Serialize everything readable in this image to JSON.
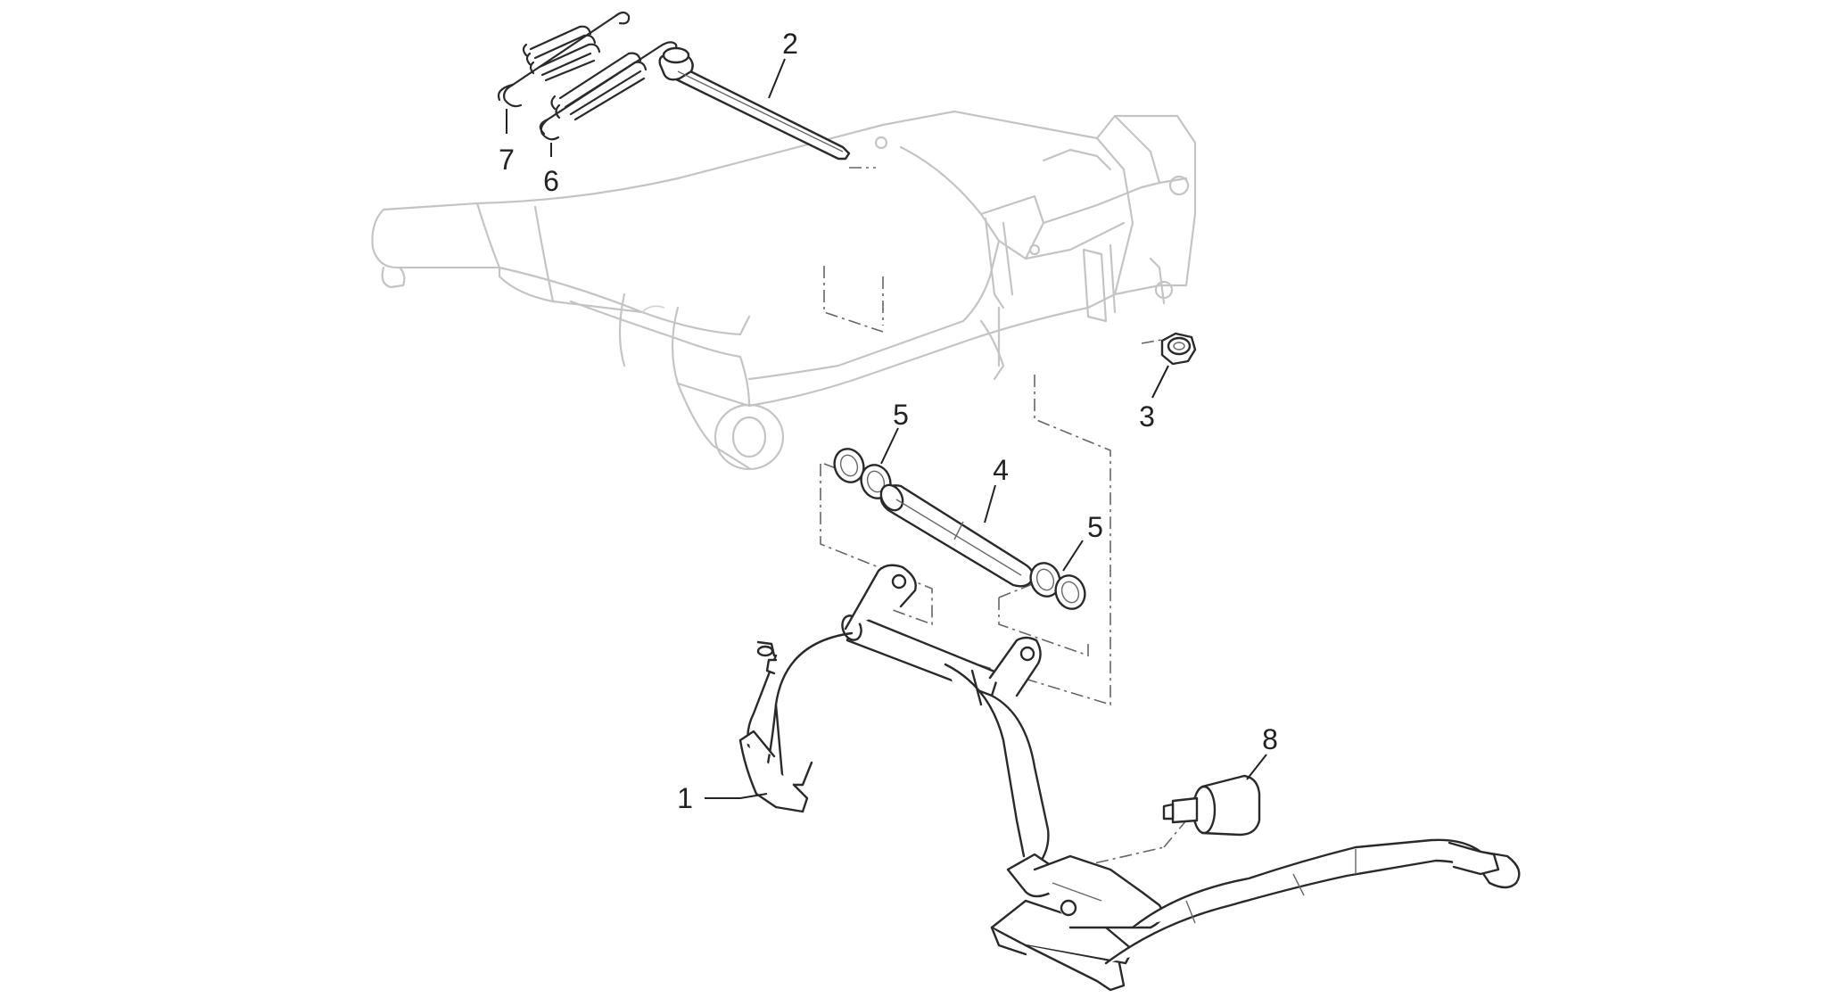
{
  "diagram": {
    "callouts": [
      {
        "id": "1",
        "label": "1"
      },
      {
        "id": "2",
        "label": "2"
      },
      {
        "id": "3",
        "label": "3"
      },
      {
        "id": "4",
        "label": "4"
      },
      {
        "id": "5a",
        "label": "5"
      },
      {
        "id": "5b",
        "label": "5"
      },
      {
        "id": "6",
        "label": "6"
      },
      {
        "id": "7",
        "label": "7"
      },
      {
        "id": "8",
        "label": "8"
      }
    ],
    "colors": {
      "ink": "#222222",
      "ghost_frame": "#c4c4c4",
      "background": "#ffffff"
    }
  }
}
